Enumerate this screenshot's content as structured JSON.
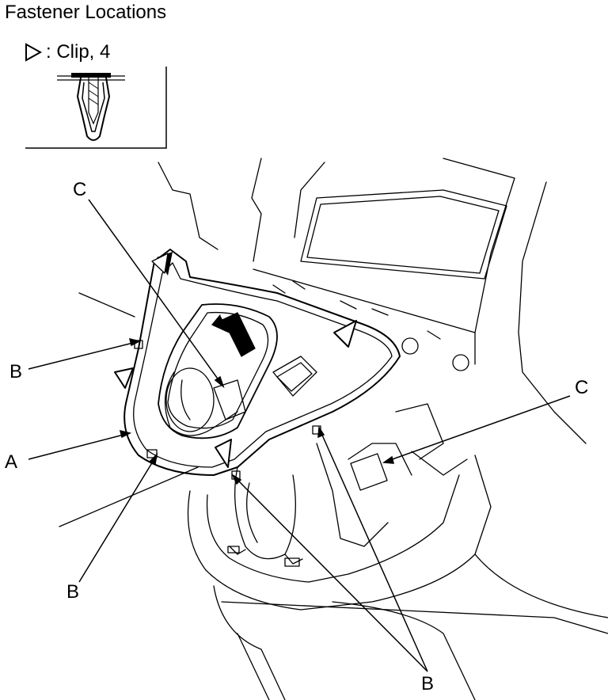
{
  "title": "Fastener Locations",
  "legend": {
    "icon": "clip-triangle-icon",
    "text": ": Clip, 4"
  },
  "callouts": {
    "c_top": "C",
    "b_left": "B",
    "a_left": "A",
    "b_bottom_left": "B",
    "b_bottom": "B",
    "c_right": "C"
  }
}
